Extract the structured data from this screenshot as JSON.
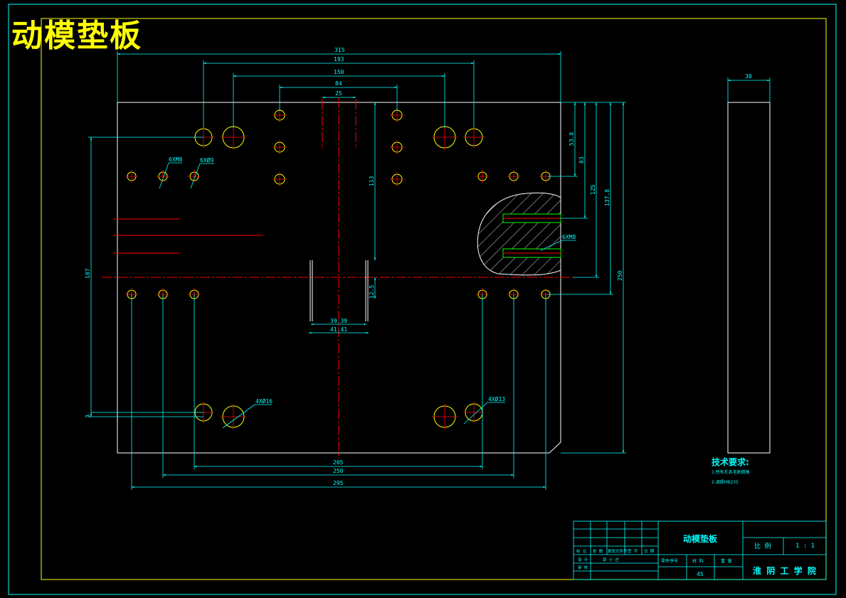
{
  "drawing": {
    "title": "动模垫板",
    "colors": {
      "background": "#000000",
      "outline": "#ffffff",
      "dimension": "#00ffff",
      "center": "#ff0000",
      "hole": "#ffff00",
      "title": "#ffff00",
      "hatch": "#ffffff",
      "thread": "#00ff00"
    },
    "dims": {
      "w315": "315",
      "w193": "193",
      "w150": "150",
      "w84": "84",
      "w25": "25",
      "w30": "30",
      "h53_8": "53.8",
      "h83": "83",
      "h125": "125",
      "h137_8": "137.8",
      "h250": "250",
      "h113": "113",
      "h187": "187",
      "h3": "3",
      "h12_5": "12.5",
      "w39_39": "39.39",
      "w41_41": "41.41",
      "w205": "205",
      "w250": "250",
      "w295": "295"
    },
    "callouts": {
      "c1": "6XM8",
      "c2": "6XØ9",
      "c3": "6XM8",
      "c4": "4XØ16",
      "c5": "4XØ13"
    },
    "notes": {
      "heading": "技术要求:",
      "line1": "1.所有孔去毛刺倒角",
      "line2": "2.调质HB235"
    },
    "titleblock": {
      "part_name": "动模垫板",
      "scale_label": "比 例",
      "scale_value": "1 : 1",
      "school": "淮 阴 工 学 院",
      "material_label": "材 料",
      "material": "45",
      "weight_label": "重 量",
      "part_no_label": "零件序号",
      "row_labels": [
        "标 记",
        "处 数",
        "更改文件号",
        "签 字",
        "日 期"
      ],
      "designer_label": "设 计",
      "designer": "郭 小 庄",
      "reviewer_label": "审 核"
    }
  }
}
